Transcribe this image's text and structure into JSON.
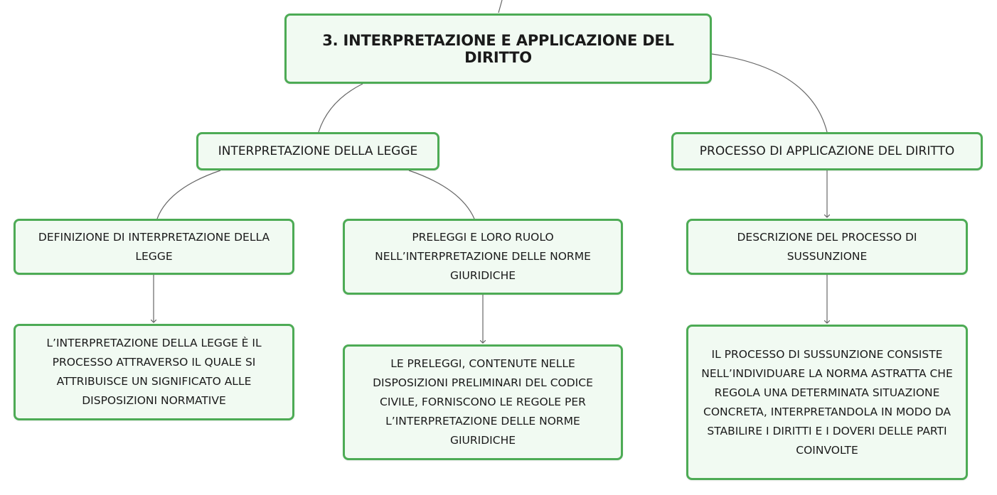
{
  "root": {
    "label": "3. INTERPRETAZIONE E APPLICAZIONE DEL DIRITTO"
  },
  "branches": {
    "interpretazione": {
      "label": "INTERPRETAZIONE DELLA LEGGE",
      "definizione": {
        "label": "DEFINIZIONE DI INTERPRETAZIONE DELLA LEGGE",
        "detail": "L’INTERPRETAZIONE DELLA LEGGE È IL PROCESSO ATTRAVERSO IL QUALE SI ATTRIBUISCE UN SIGNIFICATO ALLE DISPOSIZIONI NORMATIVE"
      },
      "preleggi": {
        "label": "PRELEGGI E LORO RUOLO NELL’INTERPRETAZIONE DELLE NORME GIURIDICHE",
        "detail": "LE PRELEGGI, CONTENUTE NELLE DISPOSIZIONI PRELIMINARI DEL CODICE CIVILE, FORNISCONO LE REGOLE PER L’INTERPRETAZIONE DELLE NORME GIURIDICHE"
      }
    },
    "applicazione": {
      "label": "PROCESSO DI APPLICAZIONE DEL DIRITTO",
      "sussunzione": {
        "label": "DESCRIZIONE DEL PROCESSO DI SUSSUNZIONE",
        "detail": "IL PROCESSO DI SUSSUNZIONE CONSISTE NELL’INDIVIDUARE LA NORMA ASTRATTA CHE REGOLA UNA DETERMINATA SITUAZIONE CONCRETA, INTERPRETANDOLA IN MODO DA STABILIRE I DIRITTI E I DOVERI DELLE PARTI COINVOLTE"
      }
    }
  },
  "colors": {
    "node_border": "#4dab55",
    "node_fill": "#f1faf2",
    "connector": "#666666"
  }
}
